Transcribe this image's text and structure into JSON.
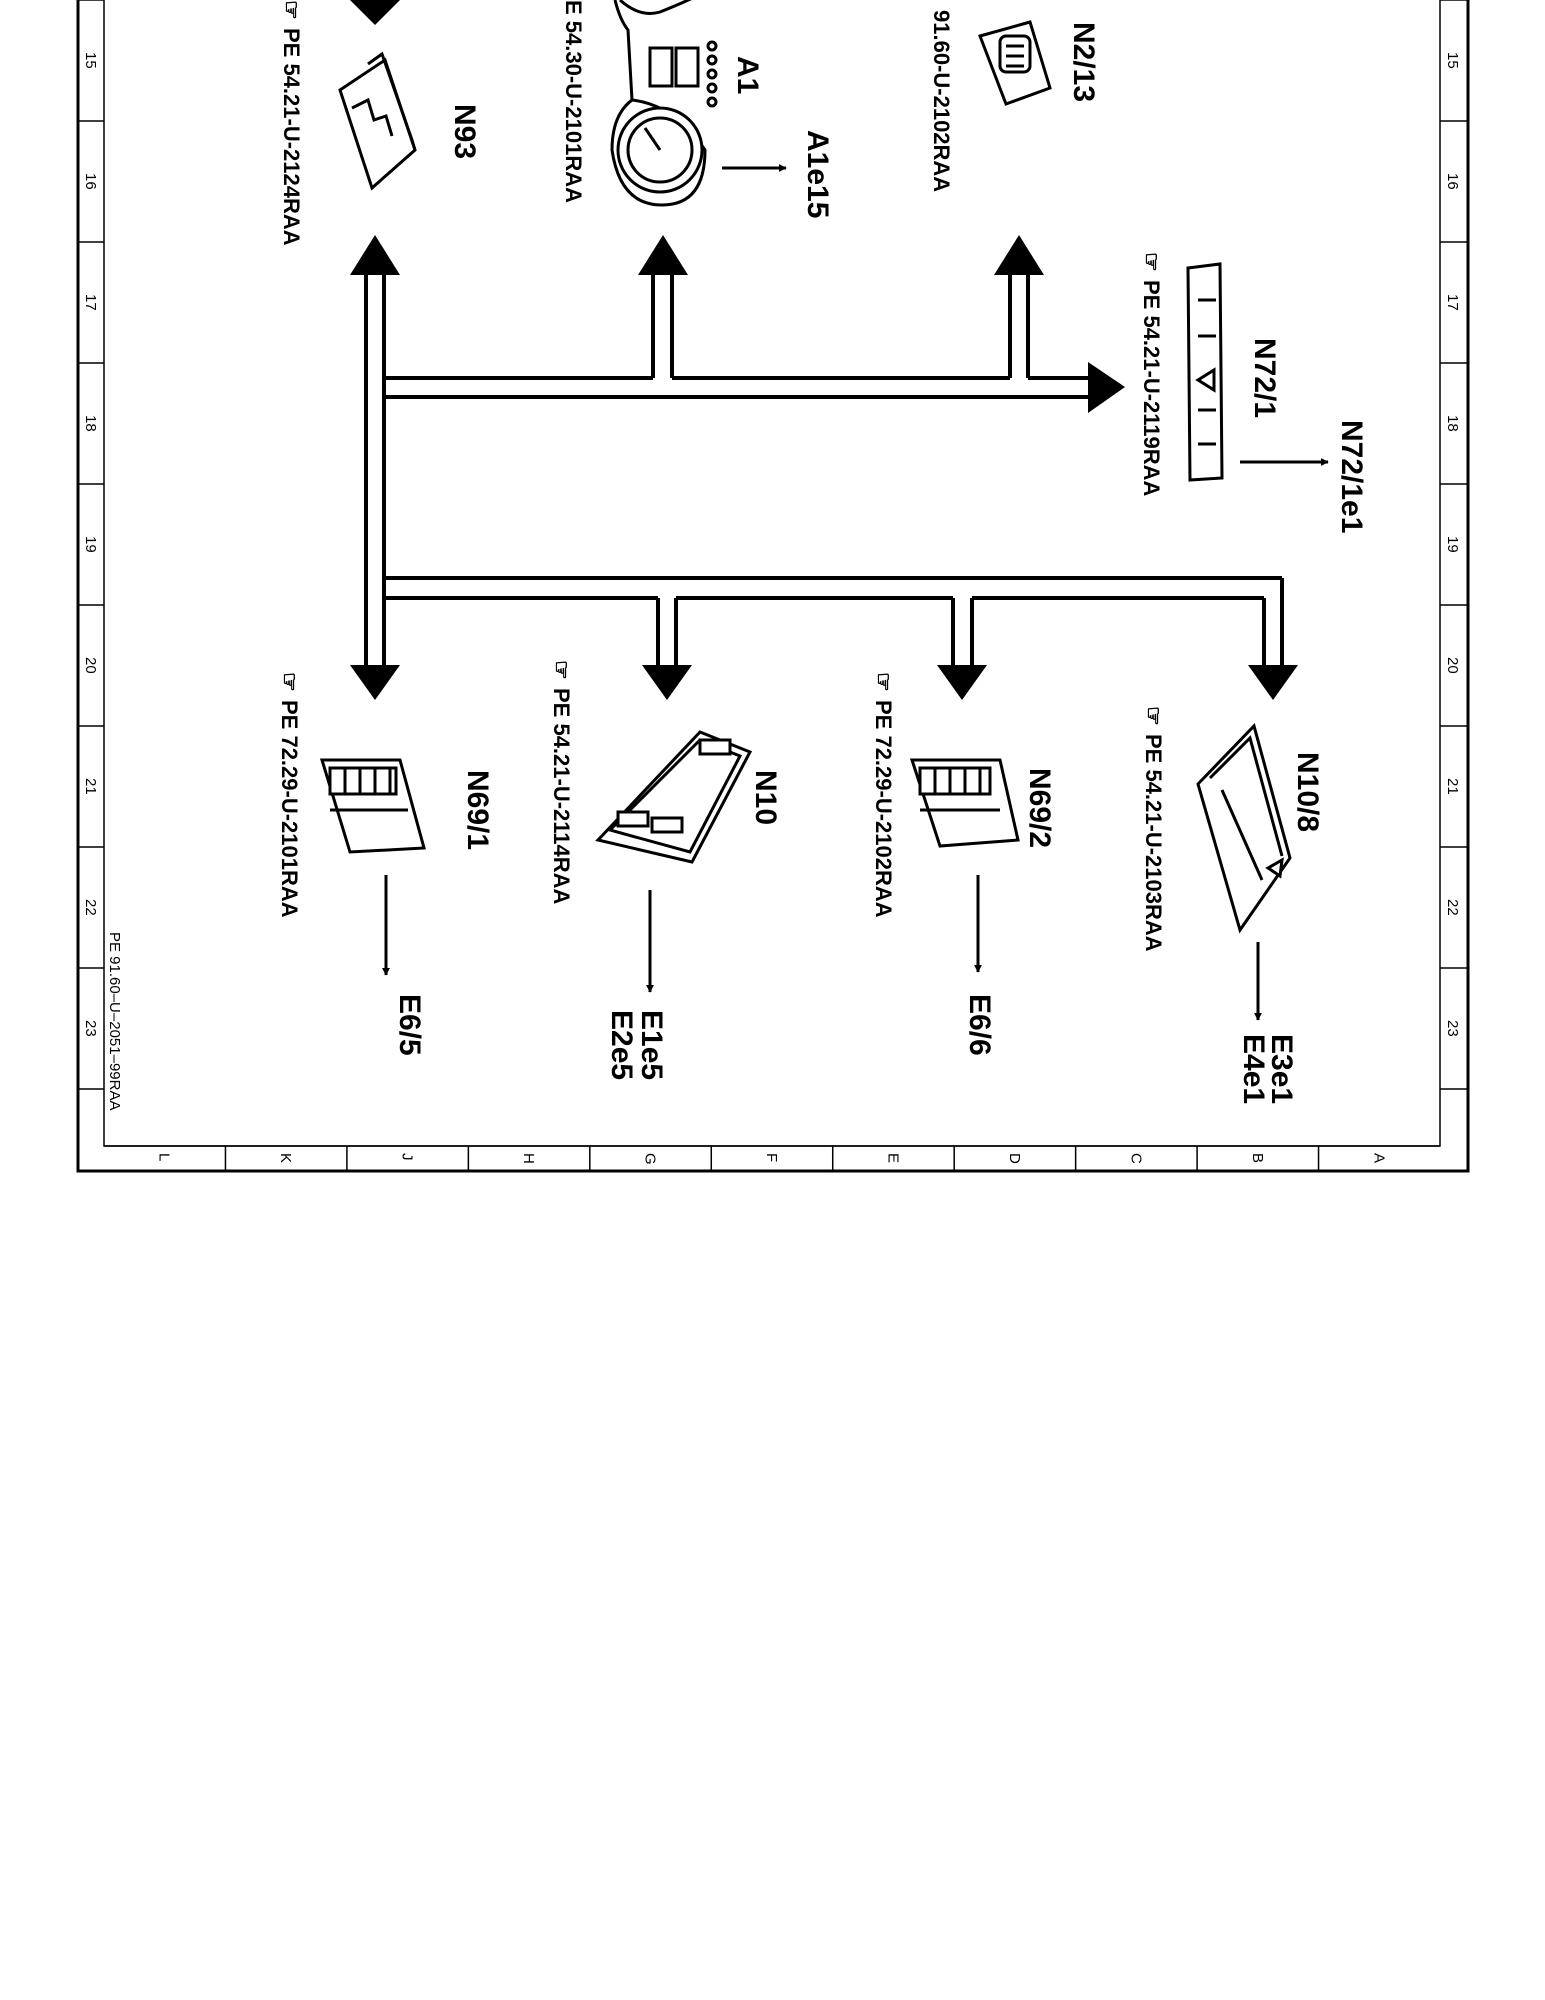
{
  "grid": {
    "row_numbers": [
      "15",
      "16",
      "17",
      "18",
      "19",
      "20",
      "21",
      "22",
      "23"
    ],
    "col_letters": [
      "L",
      "K",
      "J",
      "H",
      "G",
      "F",
      "E",
      "D",
      "C",
      "B",
      "A"
    ]
  },
  "drawing_number": "PE 91.60–U–2051–99RAA",
  "components": {
    "n93": {
      "label": "N93",
      "ref": "PE 54.21-U-2124RAA"
    },
    "a1": {
      "label": "A1",
      "ref": "E 54.30-U-2101RAA",
      "out": "A1e15"
    },
    "n2_13": {
      "label": "N2/13",
      "ref": "91.60-U-2102RAA"
    },
    "n72_1": {
      "label": "N72/1",
      "ref": "PE 54.21-U-2119RAA",
      "out": "N72/1e1"
    },
    "n69_1": {
      "label": "N69/1",
      "ref": "PE 72.29-U-2101RAA",
      "out": "E6/5"
    },
    "n10": {
      "label": "N10",
      "ref": "PE 54.21-U-2114RAA",
      "out_1": "E1e5",
      "out_2": "E2e5"
    },
    "n69_2": {
      "label": "N69/2",
      "ref": "PE 72.29-U-2102RAA",
      "out": "E6/6"
    },
    "n10_8": {
      "label": "N10/8",
      "ref": "PE 54.21-U-2103RAA",
      "out_1": "E3e1",
      "out_2": "E4e1"
    }
  }
}
